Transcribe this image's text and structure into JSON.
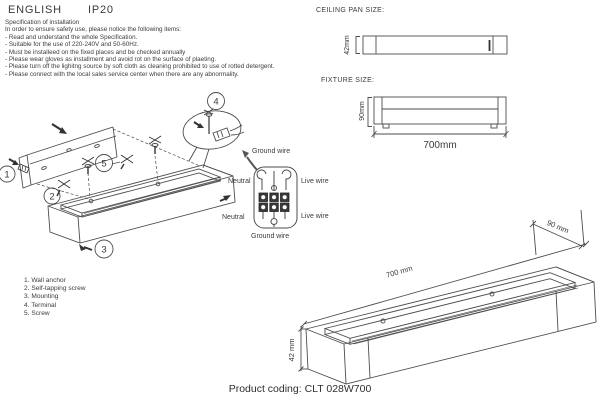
{
  "header": {
    "language": "ENGLISH",
    "ip_rating": "IP20"
  },
  "spec": {
    "title": "Specification of installation",
    "intro": "In order to ensure safety use, please notice the following items:",
    "items": [
      "- Read and understand the whole Specification.",
      "- Suitable for the use of 220-240V and 50-60Hz.",
      "- Must be installeed on the fixed places and be checked annually",
      "- Please wear gloves as installment and avoid rot on the surface of plaeting.",
      "- Please turn off the lighitng source by soft cloth as cleaning prohibited to use of rotted detergent.",
      "- Please connect with the local sales service center when there are any abnormality."
    ]
  },
  "ceiling_pan": {
    "title": "CEILING PAN SIZE:",
    "height_label": "42mm"
  },
  "fixture_size": {
    "title": "FIXTURE SIZE:",
    "height_label": "90mm",
    "length_label": "700mm"
  },
  "installation": {
    "callouts": [
      "1",
      "2",
      "3",
      "4",
      "5"
    ],
    "parts": [
      "1. Wall anchor",
      "2. Self-tapping screw",
      "3. Mounting",
      "4. Terminal",
      "5. Screw"
    ]
  },
  "wiring": {
    "ground_wire_top": "Ground wire",
    "neutral_top": "Neutral",
    "live_wire_top": "Live wire",
    "neutral_bottom": "Neutral",
    "live_wire_bottom": "Live wire",
    "ground_wire_bottom": "Ground wire"
  },
  "product_drawing": {
    "length_label": "700 mm",
    "depth_label": "90 mm",
    "height_label": "42 mm"
  },
  "footer": {
    "product_coding": "Product coding: CLT 028W700"
  },
  "colors": {
    "line": "#4d4d4d",
    "text": "#333333",
    "background": "#ffffff"
  }
}
